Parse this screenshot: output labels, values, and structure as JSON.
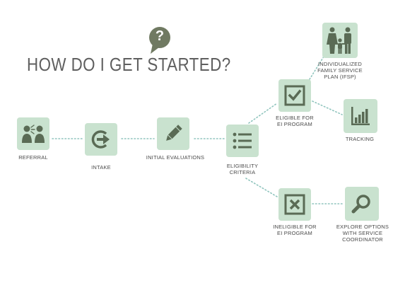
{
  "title": "HOW DO I GET STARTED?",
  "question_mark": "?",
  "colors": {
    "node_fill": "#c9e2cf",
    "icon": "#5a6b55",
    "bubble": "#707a62",
    "connector": "#8fc4bd",
    "title": "#5f5f5f"
  },
  "nodes": {
    "referral": {
      "label": "REFERRAL",
      "icon": "people-talking-icon"
    },
    "intake": {
      "label": "INTAKE",
      "icon": "arrow-right-circle-icon"
    },
    "initial_evaluations": {
      "label": "INITIAL EVALUATIONS",
      "icon": "pencil-icon"
    },
    "eligibility_criteria": {
      "label": "ELIGIBILITY\nCRITERIA",
      "icon": "list-icon"
    },
    "eligible": {
      "label": "ELIGIBLE FOR\nEI PROGRAM",
      "icon": "check-icon"
    },
    "ineligible": {
      "label": "INELIGIBLE FOR\nEI PROGRAM",
      "icon": "x-icon"
    },
    "ifsp": {
      "label": "INDIVIDUALIZED\nFAMILY SERVICE\nPLAN (IFSP)",
      "icon": "family-icon"
    },
    "tracking": {
      "label": "TRACKING",
      "icon": "bar-chart-icon"
    },
    "explore_options": {
      "label": "EXPLORE OPTIONS\nWITH SERVICE\nCOORDINATOR",
      "icon": "magnifier-icon"
    }
  }
}
